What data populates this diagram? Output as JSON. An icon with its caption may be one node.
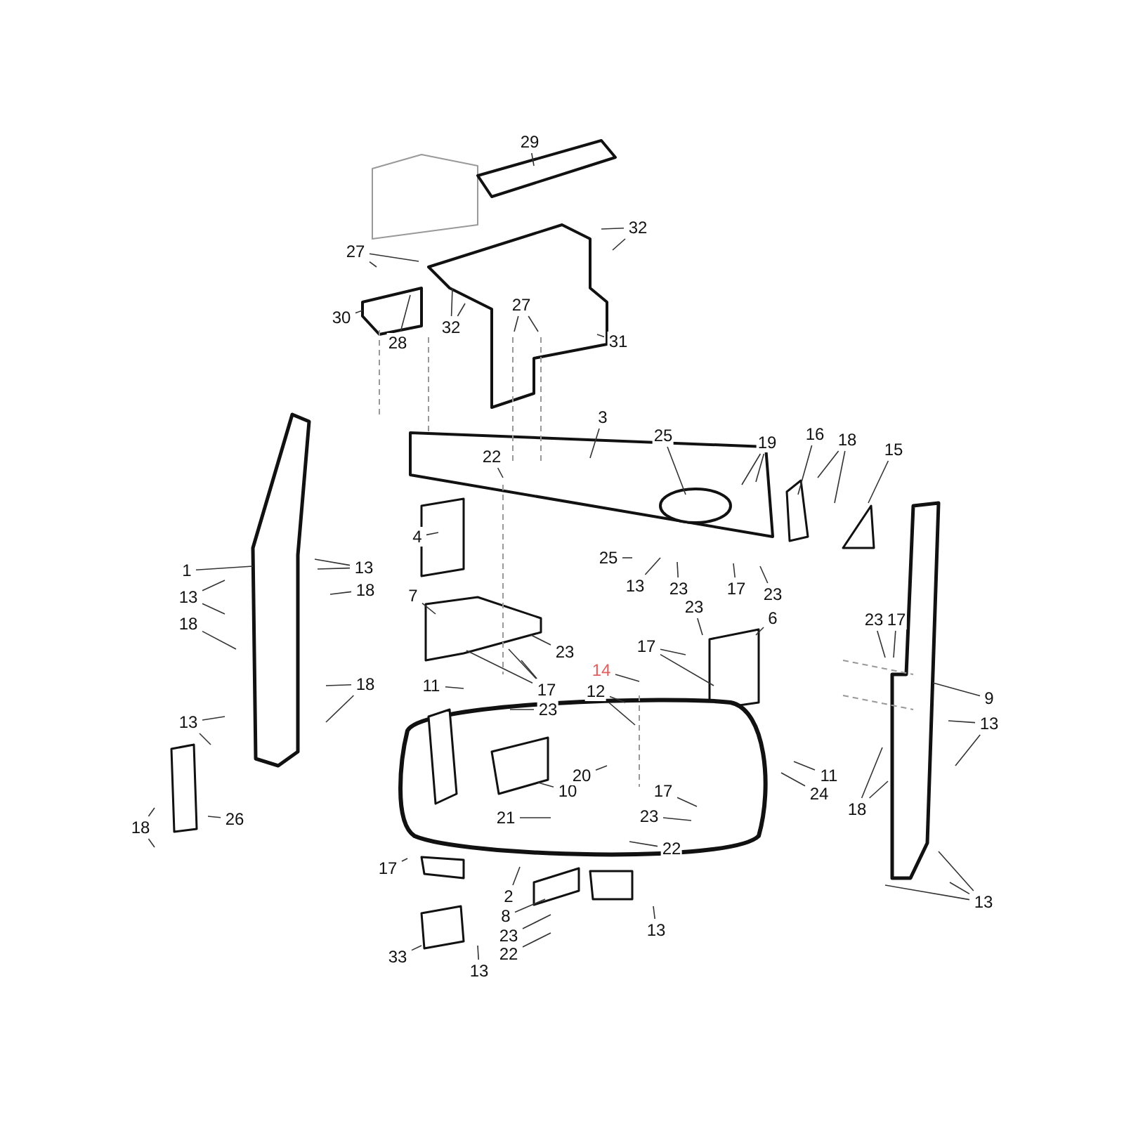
{
  "diagram": {
    "nodes": [
      {
        "text": [
          "29"
        ]
      },
      {
        "text": [
          "32"
        ]
      },
      {
        "text": [
          "27"
        ]
      },
      {
        "text": [
          "30"
        ]
      },
      {
        "text": [
          "28"
        ]
      },
      {
        "text": [
          "32"
        ]
      },
      {
        "text": [
          "27"
        ]
      },
      {
        "text": [
          "31"
        ]
      },
      {
        "text": [
          "3"
        ]
      },
      {
        "text": [
          "22"
        ]
      },
      {
        "text": [
          "25"
        ]
      },
      {
        "text": [
          "19"
        ]
      },
      {
        "text": [
          "16"
        ]
      },
      {
        "text": [
          "18"
        ]
      },
      {
        "text": [
          "15"
        ]
      },
      {
        "text": [
          "4"
        ]
      },
      {
        "text": [
          "1"
        ]
      },
      {
        "text": [
          "13"
        ]
      },
      {
        "text": [
          "13"
        ]
      },
      {
        "text": [
          "18"
        ]
      },
      {
        "text": [
          "18"
        ]
      },
      {
        "text": [
          "25"
        ]
      },
      {
        "text": [
          "13"
        ]
      },
      {
        "text": [
          "23"
        ]
      },
      {
        "text": [
          "17"
        ]
      },
      {
        "text": [
          "23"
        ]
      },
      {
        "text": [
          "23"
        ]
      },
      {
        "text": [
          "23"
        ]
      },
      {
        "text": [
          "17"
        ]
      },
      {
        "text": [
          "6"
        ]
      },
      {
        "text": [
          "7"
        ]
      },
      {
        "text": [
          "23"
        ]
      },
      {
        "text": [
          "14"
        ]
      },
      {
        "text": [
          "12"
        ]
      },
      {
        "text": [
          "17"
        ]
      },
      {
        "text": [
          "17"
        ]
      },
      {
        "text": [
          "23"
        ]
      },
      {
        "text": [
          "11"
        ]
      },
      {
        "text": [
          "18"
        ]
      },
      {
        "text": [
          "13"
        ]
      },
      {
        "text": [
          "9"
        ]
      },
      {
        "text": [
          "13"
        ]
      },
      {
        "text": [
          "10"
        ]
      },
      {
        "text": [
          "20"
        ]
      },
      {
        "text": [
          "11"
        ]
      },
      {
        "text": [
          "24"
        ]
      },
      {
        "text": [
          "17"
        ]
      },
      {
        "text": [
          "23"
        ]
      },
      {
        "text": [
          "22"
        ]
      },
      {
        "text": [
          "21"
        ]
      },
      {
        "text": [
          "26"
        ]
      },
      {
        "text": [
          "18"
        ]
      },
      {
        "text": [
          "18"
        ]
      },
      {
        "text": [
          "17"
        ]
      },
      {
        "text": [
          "2"
        ]
      },
      {
        "text": [
          "8"
        ]
      },
      {
        "text": [
          "23"
        ]
      },
      {
        "text": [
          "22"
        ]
      },
      {
        "text": [
          "33"
        ]
      },
      {
        "text": [
          "13"
        ]
      },
      {
        "text": [
          "13"
        ]
      },
      {
        "text": [
          "13"
        ]
      }
    ],
    "edges": [
      {
        "from": 0,
        "to": null,
        "arrow": "none"
      },
      {
        "from": 1,
        "to": null,
        "arrow": "none"
      },
      {
        "from": 1,
        "to": null,
        "arrow": "none"
      },
      {
        "from": 2,
        "to": null,
        "arrow": "none"
      },
      {
        "from": 2,
        "to": null,
        "arrow": "none"
      },
      {
        "from": 3,
        "to": null,
        "arrow": "none"
      },
      {
        "from": 4,
        "to": null,
        "arrow": "none"
      },
      {
        "from": 5,
        "to": null,
        "arrow": "none"
      },
      {
        "from": 5,
        "to": null,
        "arrow": "none"
      },
      {
        "from": 6,
        "to": null,
        "arrow": "none"
      },
      {
        "from": 6,
        "to": null,
        "arrow": "none"
      },
      {
        "from": 7,
        "to": null,
        "arrow": "none"
      },
      {
        "from": 8,
        "to": null,
        "arrow": "none"
      },
      {
        "from": 9,
        "to": null,
        "arrow": "none"
      },
      {
        "from": 10,
        "to": null,
        "arrow": "none"
      },
      {
        "from": 11,
        "to": null,
        "arrow": "none"
      },
      {
        "from": 11,
        "to": null,
        "arrow": "none"
      },
      {
        "from": 12,
        "to": null,
        "arrow": "none"
      },
      {
        "from": 13,
        "to": null,
        "arrow": "none"
      },
      {
        "from": 13,
        "to": null,
        "arrow": "none"
      },
      {
        "from": 14,
        "to": null,
        "arrow": "none"
      },
      {
        "from": 15,
        "to": null,
        "arrow": "none"
      },
      {
        "from": 16,
        "to": null,
        "arrow": "none"
      },
      {
        "from": 17,
        "to": null,
        "arrow": "none"
      },
      {
        "from": 17,
        "to": null,
        "arrow": "none"
      },
      {
        "from": 18,
        "to": null,
        "arrow": "none"
      },
      {
        "from": 18,
        "to": null,
        "arrow": "none"
      },
      {
        "from": 19,
        "to": null,
        "arrow": "none"
      },
      {
        "from": 20,
        "to": null,
        "arrow": "none"
      },
      {
        "from": 21,
        "to": null,
        "arrow": "none"
      },
      {
        "from": 22,
        "to": null,
        "arrow": "none"
      },
      {
        "from": 23,
        "to": null,
        "arrow": "none"
      },
      {
        "from": 24,
        "to": null,
        "arrow": "none"
      },
      {
        "from": 25,
        "to": null,
        "arrow": "none"
      },
      {
        "from": 26,
        "to": null,
        "arrow": "none"
      },
      {
        "from": 27,
        "to": null,
        "arrow": "none"
      },
      {
        "from": 28,
        "to": null,
        "arrow": "none"
      },
      {
        "from": 29,
        "to": null,
        "arrow": "none"
      },
      {
        "from": 30,
        "to": null,
        "arrow": "none"
      },
      {
        "from": 31,
        "to": null,
        "arrow": "none"
      },
      {
        "from": 32,
        "to": null,
        "arrow": "none"
      },
      {
        "from": 33,
        "to": null,
        "arrow": "none"
      },
      {
        "from": 33,
        "to": null,
        "arrow": "none"
      },
      {
        "from": 34,
        "to": null,
        "arrow": "none"
      },
      {
        "from": 34,
        "to": null,
        "arrow": "none"
      },
      {
        "from": 34,
        "to": null,
        "arrow": "none"
      },
      {
        "from": 35,
        "to": null,
        "arrow": "none"
      },
      {
        "from": 35,
        "to": null,
        "arrow": "none"
      },
      {
        "from": 36,
        "to": null,
        "arrow": "none"
      },
      {
        "from": 37,
        "to": null,
        "arrow": "none"
      },
      {
        "from": 38,
        "to": null,
        "arrow": "none"
      },
      {
        "from": 38,
        "to": null,
        "arrow": "none"
      },
      {
        "from": 39,
        "to": null,
        "arrow": "none"
      },
      {
        "from": 39,
        "to": null,
        "arrow": "none"
      },
      {
        "from": 40,
        "to": null,
        "arrow": "none"
      },
      {
        "from": 41,
        "to": null,
        "arrow": "none"
      },
      {
        "from": 41,
        "to": null,
        "arrow": "none"
      },
      {
        "from": 42,
        "to": null,
        "arrow": "none"
      },
      {
        "from": 43,
        "to": null,
        "arrow": "none"
      },
      {
        "from": 44,
        "to": null,
        "arrow": "none"
      },
      {
        "from": 45,
        "to": null,
        "arrow": "none"
      },
      {
        "from": 46,
        "to": null,
        "arrow": "none"
      },
      {
        "from": 47,
        "to": null,
        "arrow": "none"
      },
      {
        "from": 48,
        "to": null,
        "arrow": "none"
      },
      {
        "from": 49,
        "to": null,
        "arrow": "none"
      },
      {
        "from": 50,
        "to": null,
        "arrow": "none"
      },
      {
        "from": 51,
        "to": null,
        "arrow": "none"
      },
      {
        "from": 51,
        "to": null,
        "arrow": "none"
      },
      {
        "from": 52,
        "to": null,
        "arrow": "none"
      },
      {
        "from": 52,
        "to": null,
        "arrow": "none"
      },
      {
        "from": 53,
        "to": null,
        "arrow": "none"
      },
      {
        "from": 54,
        "to": null,
        "arrow": "none"
      },
      {
        "from": 55,
        "to": null,
        "arrow": "none"
      },
      {
        "from": 56,
        "to": null,
        "arrow": "none"
      },
      {
        "from": 57,
        "to": null,
        "arrow": "none"
      },
      {
        "from": 58,
        "to": null,
        "arrow": "none"
      },
      {
        "from": 59,
        "to": null,
        "arrow": "none"
      },
      {
        "from": 60,
        "to": null,
        "arrow": "none"
      },
      {
        "from": 61,
        "to": null,
        "arrow": "none"
      },
      {
        "from": 61,
        "to": null,
        "arrow": "none"
      },
      {
        "from": 61,
        "to": null,
        "arrow": "none"
      }
    ]
  }
}
